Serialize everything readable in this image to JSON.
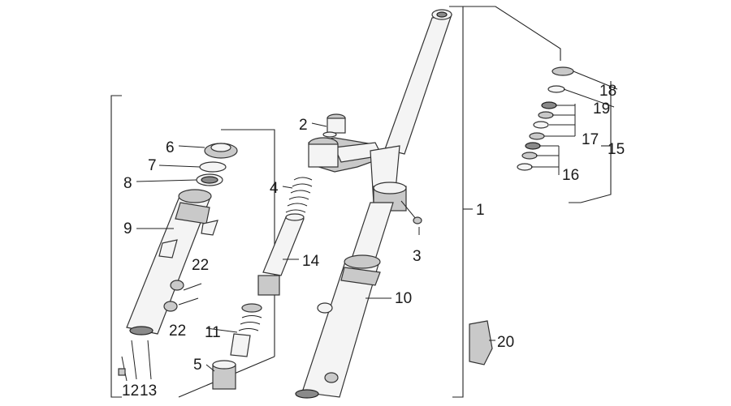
{
  "diagram": {
    "labels": {
      "l1": "1",
      "l2": "2",
      "l3": "3",
      "l4": "4",
      "l5": "5",
      "l6": "6",
      "l7": "7",
      "l8": "8",
      "l9": "9",
      "l10": "10",
      "l11": "11",
      "l12": "12",
      "l13": "13",
      "l14": "14",
      "l15": "15",
      "l16": "16",
      "l17": "17",
      "l18": "18",
      "l19": "19",
      "l20": "20",
      "l22a": "22",
      "l22b": "22"
    }
  }
}
